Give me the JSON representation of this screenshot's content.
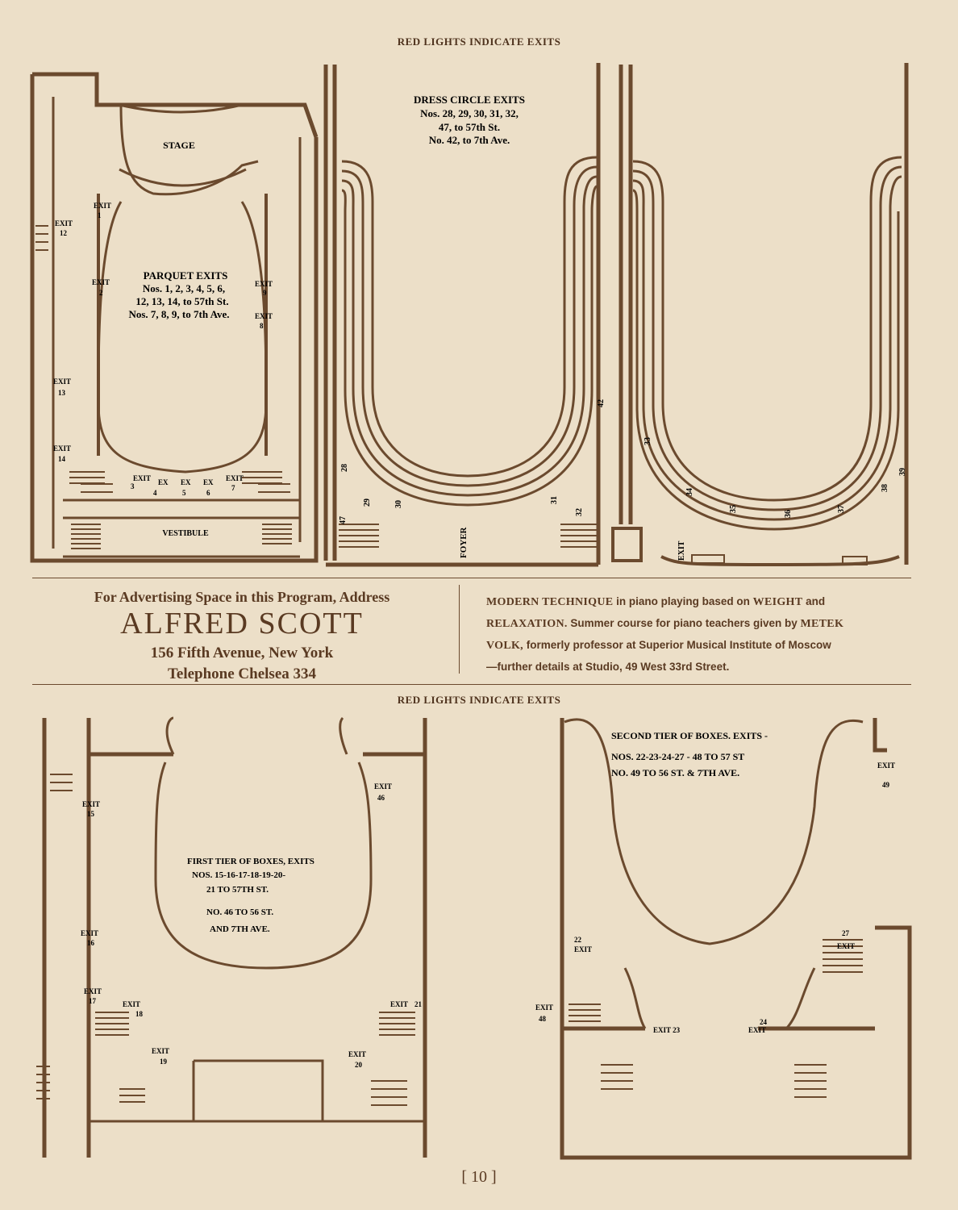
{
  "header": {
    "top_title": "RED LIGHTS INDICATE EXITS",
    "mid_title": "RED LIGHTS INDICATE EXITS"
  },
  "plan_parquet": {
    "stage": "STAGE",
    "vestibule": "VESTIBULE",
    "title": "PARQUET EXITS",
    "line1": "Nos. 1, 2, 3, 4, 5, 6,",
    "line2": "12, 13, 14, to 57th St.",
    "line3": "Nos. 7, 8, 9, to 7th Ave.",
    "exit_word": "EXIT",
    "ex_word": "EX",
    "exits": [
      "1",
      "2",
      "3",
      "4",
      "5",
      "6",
      "7",
      "8",
      "9",
      "12",
      "13",
      "14"
    ]
  },
  "plan_dress_circle": {
    "title": "DRESS CIRCLE EXITS",
    "line1": "Nos. 28, 29, 30, 31, 32,",
    "line2": "47, to 57th St.",
    "line3": "No. 42, to 7th Ave.",
    "foyer": "FOYER",
    "exits": [
      "28",
      "47",
      "29",
      "30",
      "31",
      "32",
      "42"
    ]
  },
  "plan_balcony": {
    "exits": [
      "33",
      "34",
      "35",
      "36",
      "37",
      "38",
      "39"
    ],
    "exit_word": "EXIT"
  },
  "ad_scott": {
    "line1": "For Advertising Space in this Program, Address",
    "name": "ALFRED SCOTT",
    "address": "156 Fifth Avenue, New York",
    "phone": "Telephone Chelsea 334"
  },
  "ad_volk": {
    "b1": "MODERN TECHNIQUE",
    "t1": " in piano playing based on ",
    "b2": "WEIGHT",
    "t2": " and",
    "b3": "RELAXATION.",
    "t3": " Summer course for piano teachers given by ",
    "b4": "METEK",
    "b5": "VOLK,",
    "t4": " formerly professor at Superior Musical Institute of Moscow",
    "t5": "—further details at Studio, 49 West 33rd Street."
  },
  "plan_first_tier": {
    "line1": "FIRST TIER OF BOXES, EXITS",
    "line2": "NOS. 15-16-17-18-19-20-",
    "line3": "21 TO 57TH ST.",
    "line4": "NO. 46 TO 56 ST.",
    "line5": "AND 7TH AVE.",
    "exit_word": "EXIT",
    "exits": [
      "15",
      "16",
      "17",
      "18",
      "19",
      "20",
      "21",
      "46"
    ]
  },
  "plan_second_tier": {
    "line1": "SECOND TIER OF BOXES. EXITS -",
    "line2": "NOS. 22-23-24-27 - 48 TO 57 ST",
    "line3": "NO. 49 TO 56 ST. & 7TH AVE.",
    "exit_word": "EXIT",
    "exit23": "EXIT 23",
    "exits": [
      "22",
      "24",
      "27",
      "48",
      "49"
    ]
  },
  "footer": {
    "page": "[ 10 ]"
  },
  "colors": {
    "paper": "#ecdfc8",
    "ink": "#5a3a22"
  }
}
